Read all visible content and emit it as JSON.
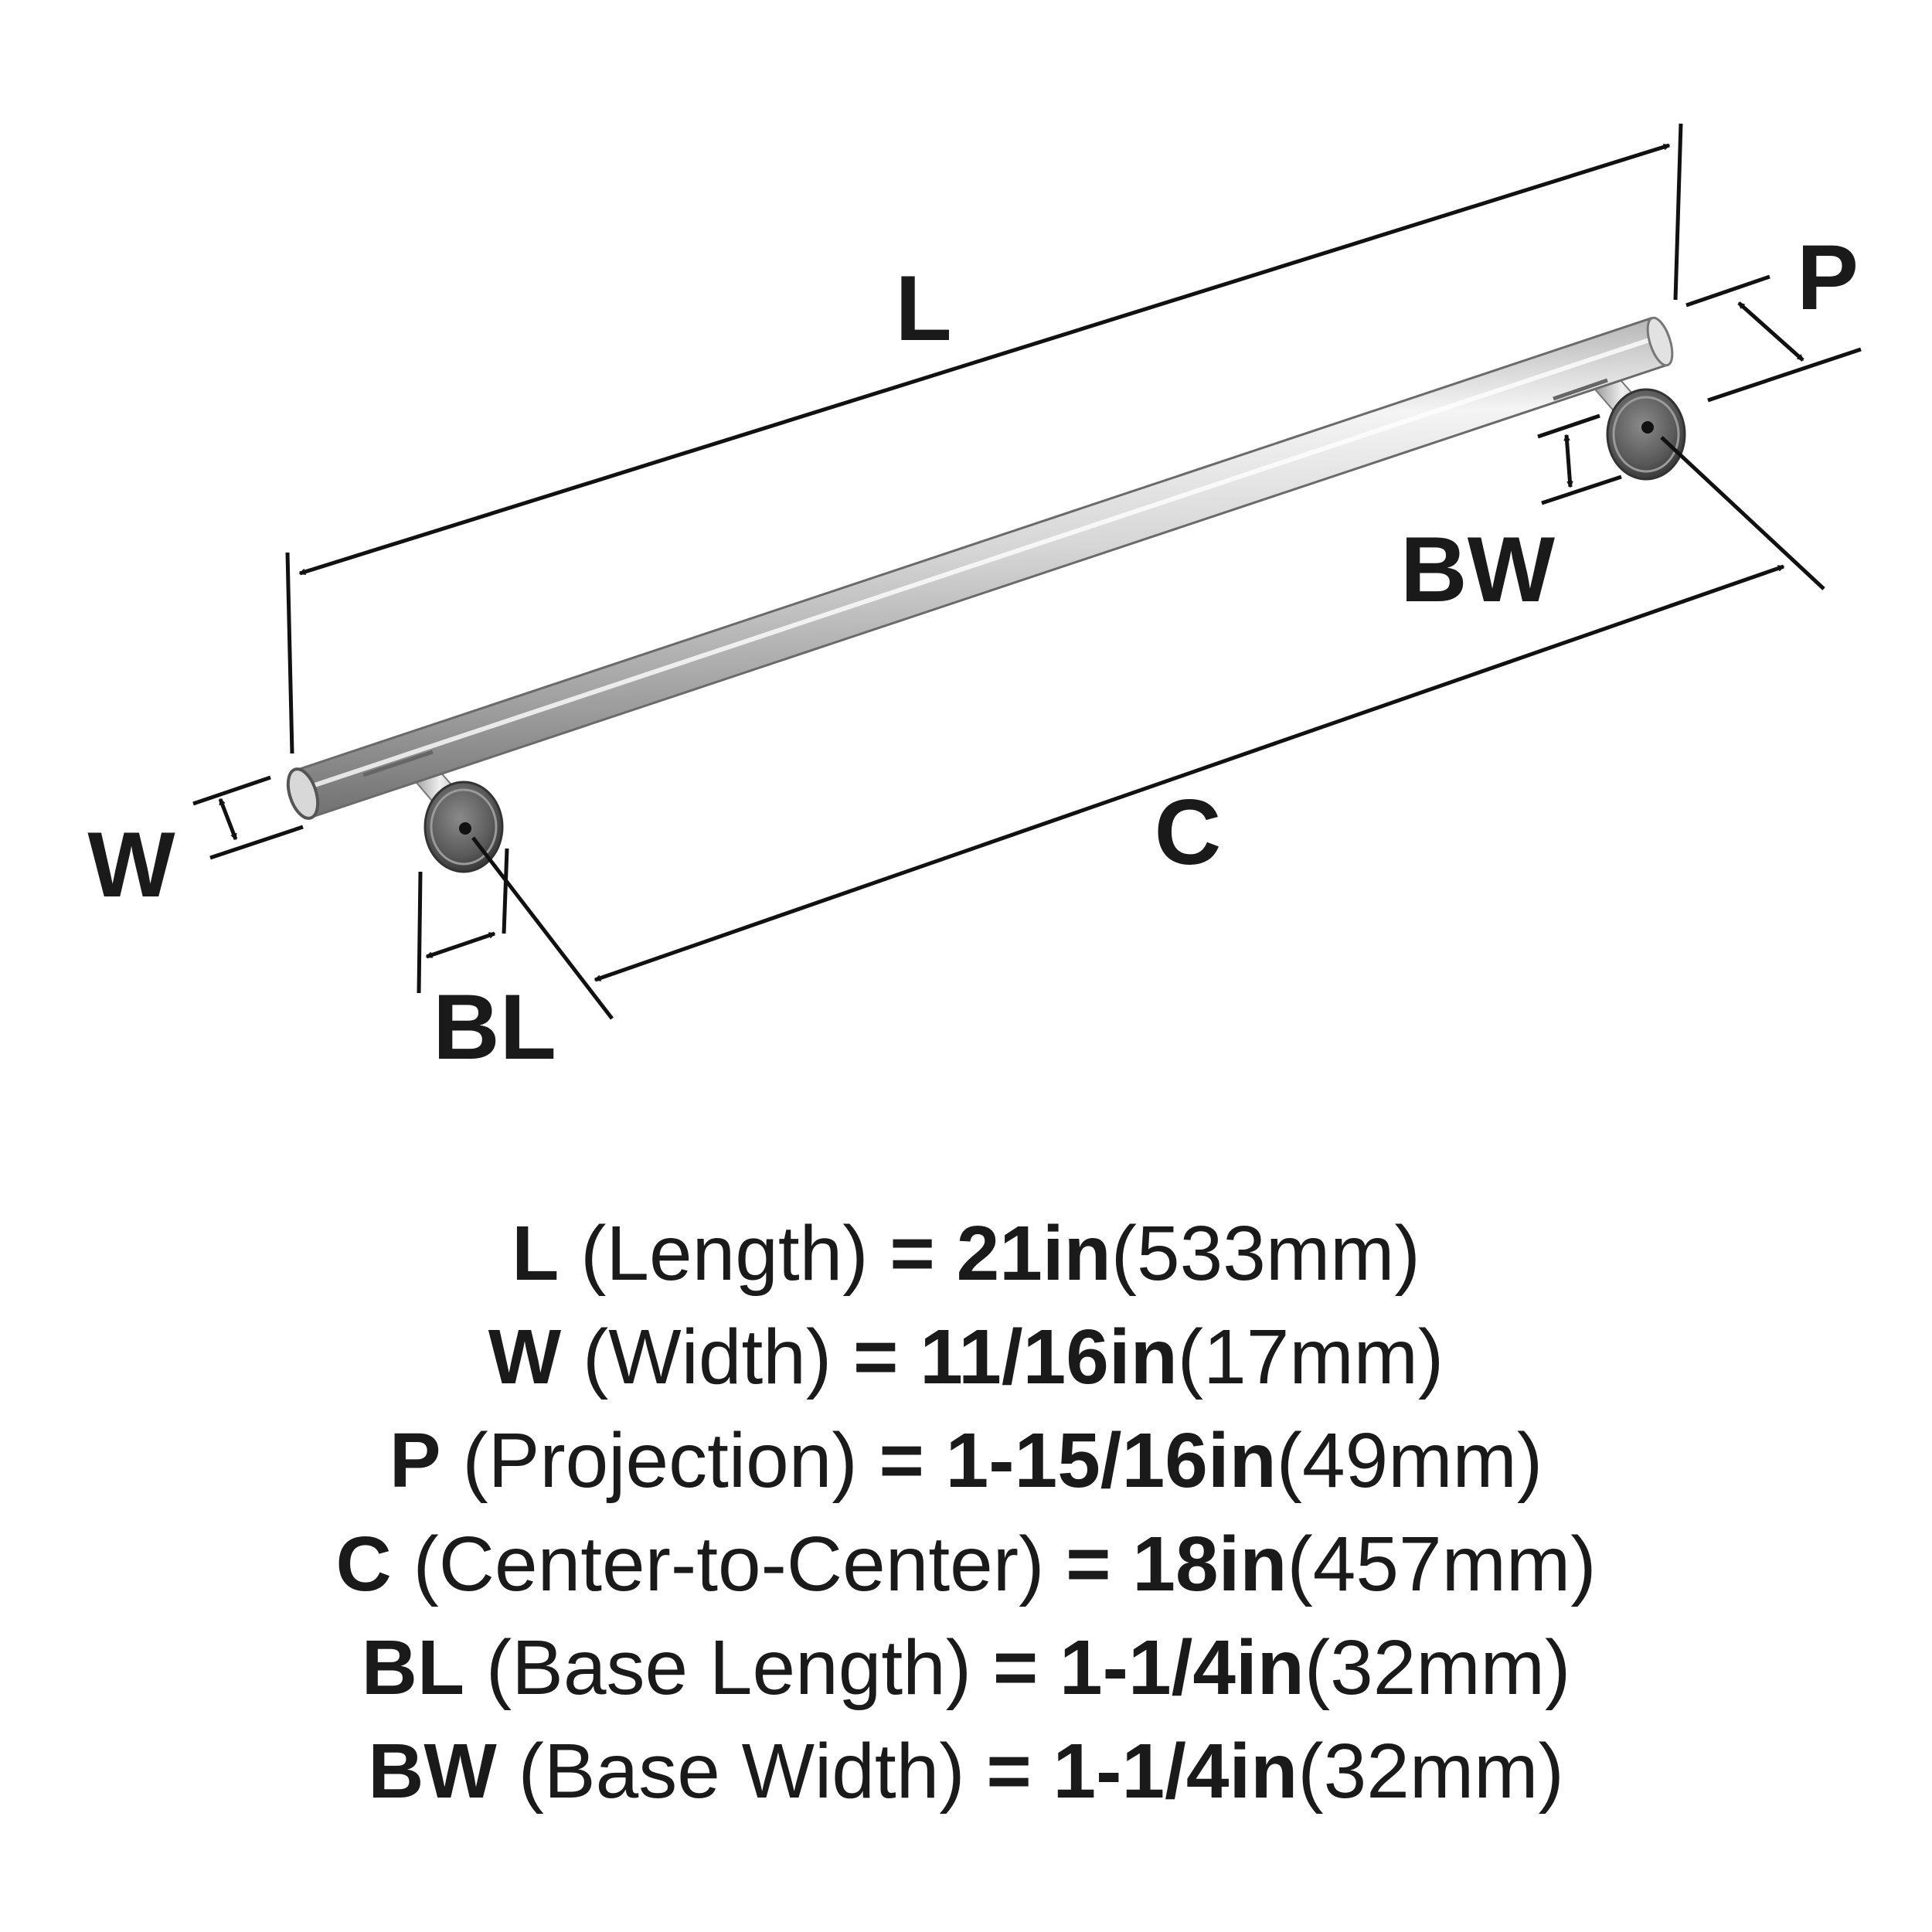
{
  "diagram": {
    "labels": {
      "L": "L",
      "W": "W",
      "P": "P",
      "C": "C",
      "BL": "BL",
      "BW": "BW"
    },
    "colors": {
      "line": "#111111",
      "chrome_light": "#f2f2f2",
      "chrome_mid": "#c8c8c8",
      "chrome_dark": "#8a8a8a",
      "base_dark": "#555555"
    }
  },
  "specs": [
    {
      "code": "L",
      "name": "(Length)",
      "eq": "=",
      "imperial": "21in",
      "metric": "(533mm)"
    },
    {
      "code": "W",
      "name": "(Width)",
      "eq": "=",
      "imperial": "11/16in",
      "metric": "(17mm)"
    },
    {
      "code": "P",
      "name": "(Projection)",
      "eq": "=",
      "imperial": "1-15/16in",
      "metric": "(49mm)"
    },
    {
      "code": "C",
      "name": "(Center-to-Center)",
      "eq": "=",
      "imperial": "18in",
      "metric": "(457mm)"
    },
    {
      "code": "BL",
      "name": "(Base Length)",
      "eq": "=",
      "imperial": "1-1/4in",
      "metric": "(32mm)"
    },
    {
      "code": "BW",
      "name": "(Base Width)",
      "eq": "=",
      "imperial": "1-1/4in",
      "metric": "(32mm)"
    }
  ]
}
